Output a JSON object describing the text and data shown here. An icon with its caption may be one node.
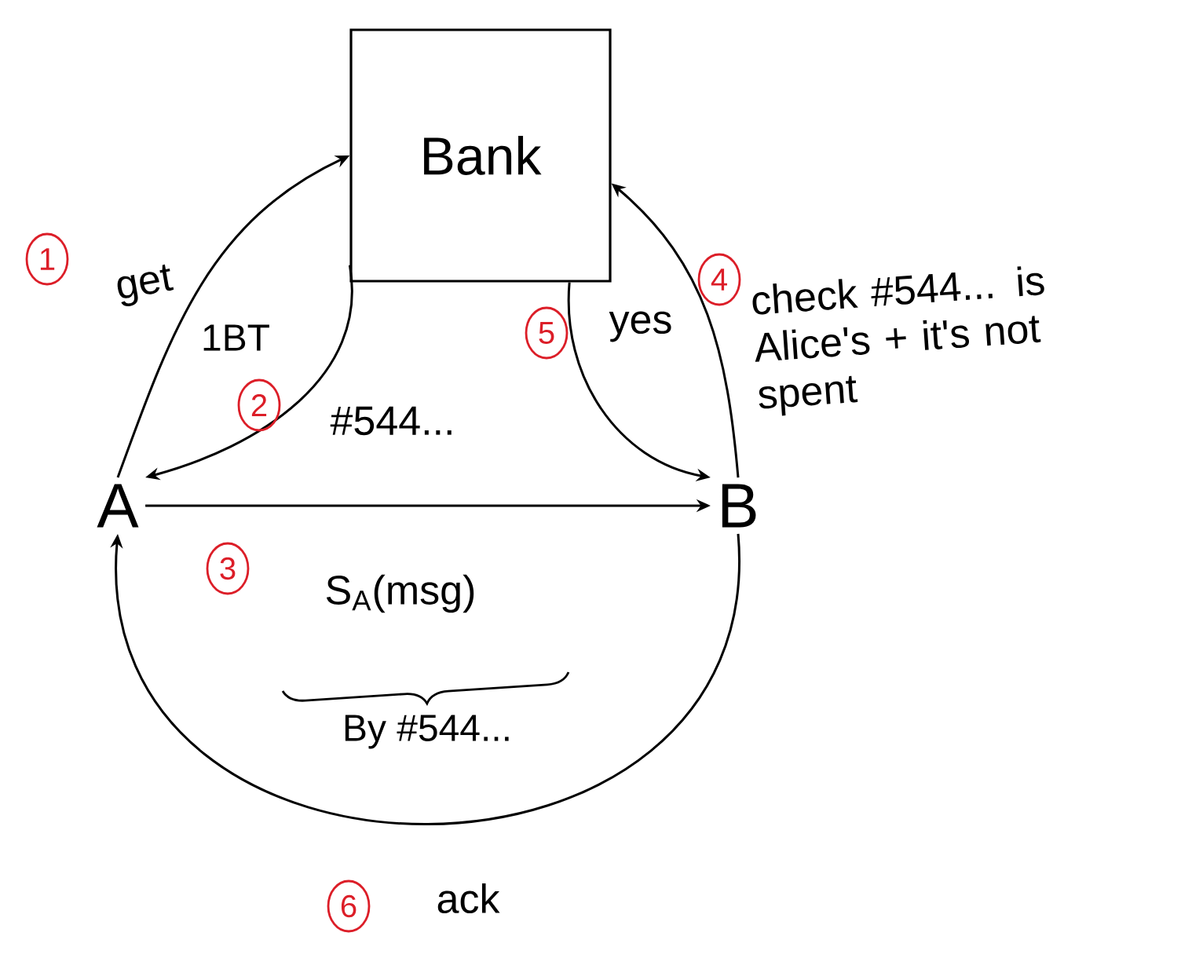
{
  "diagram": {
    "nodes": [
      {
        "text": [
          "Bank"
        ]
      },
      {
        "text": [
          "A"
        ]
      },
      {
        "text": [
          "B"
        ]
      }
    ],
    "edges": [
      {
        "from": 1,
        "to": 0,
        "arrow": "to",
        "label": "get"
      },
      {
        "from": 0,
        "to": 1,
        "arrow": "to",
        "label": "#544..."
      },
      {
        "from": 1,
        "to": 2,
        "arrow": "to",
        "label": "S$_{A}$(msg)"
      },
      {
        "from": 2,
        "to": 0,
        "arrow": "to",
        "label": "check #544... is Alice's + it's not spent"
      },
      {
        "from": 0,
        "to": 2,
        "arrow": "to",
        "label": "yes"
      },
      {
        "from": 2,
        "to": 1,
        "arrow": "to",
        "label": "ack"
      }
    ],
    "labels": [
      "1",
      "4",
      "1BT",
      "5",
      "2",
      "3",
      "By #544...",
      "6"
    ]
  }
}
